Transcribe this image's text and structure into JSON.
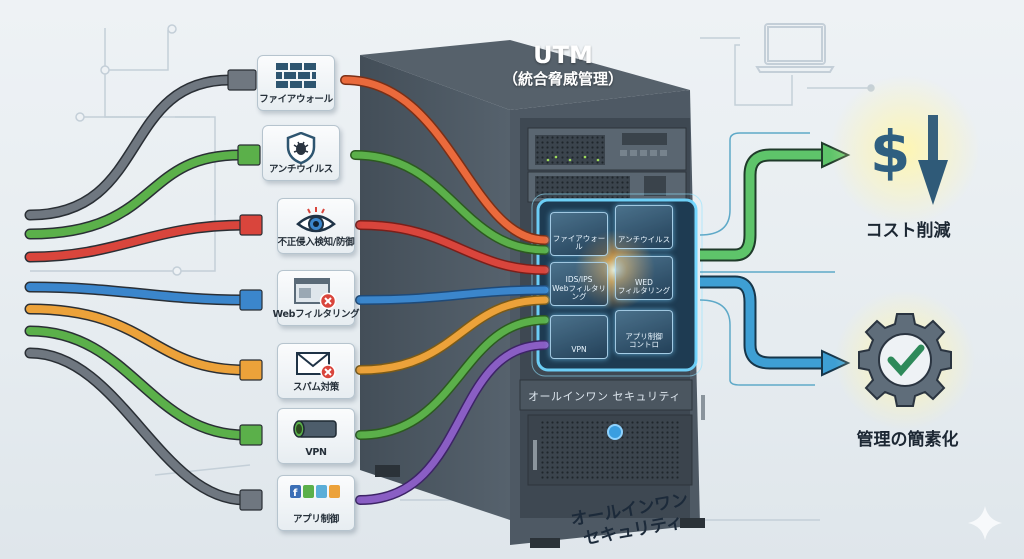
{
  "title": {
    "main": "UTM",
    "sub": "（統合脅威管理）"
  },
  "features": [
    {
      "label": "ファイアウォール",
      "icon": "firewall-icon",
      "cable_color": "#6f7780",
      "out_color": "#e8643a"
    },
    {
      "label": "アンチウイルス",
      "icon": "shield-bug-icon",
      "cable_color": "#5bb04a",
      "out_color": "#5bb04a"
    },
    {
      "label": "不正侵入検知/防御",
      "icon": "eye-icon",
      "cable_color": "#d9453c",
      "out_color": "#d9453c"
    },
    {
      "label": "Webフィルタリング",
      "icon": "browser-blocked-icon",
      "cable_color": "#3b86cc",
      "out_color": "#3b86cc"
    },
    {
      "label": "スパム対策",
      "icon": "mail-blocked-icon",
      "cable_color": "#eca23a",
      "out_color": "#eca23a"
    },
    {
      "label": "VPN",
      "icon": "tunnel-icon",
      "cable_color": "#5bb04a",
      "out_color": "#5bb04a"
    },
    {
      "label": "アプリ制御",
      "icon": "app-grid-icon",
      "cable_color": "#6f7780",
      "out_color": "#8a5ec4"
    }
  ],
  "modules": [
    {
      "label": "ファイアウォール",
      "icon": "firewall-icon"
    },
    {
      "label": "アンチウイルス",
      "icon": "shield-bug-icon"
    },
    {
      "label": "IDS/IPS\nWebフィルタリング",
      "icon": "eye-icon"
    },
    {
      "label": "WED\nフィルタリング",
      "icon": "browser-icon"
    },
    {
      "label": "VPN",
      "icon": "tunnel-icon"
    },
    {
      "label": "アプリ制御\nコントロ",
      "icon": "app-grid-icon"
    }
  ],
  "server_band_label": "オールインワン セキュリティ",
  "tagline": "オールインワン\nセキュリティ",
  "benefits": [
    {
      "label": "コスト削減",
      "icon": "dollar-down-icon"
    },
    {
      "label": "管理の簡素化",
      "icon": "gear-check-icon"
    }
  ],
  "colors": {
    "server_body": "#4a555f",
    "server_face": "#5a6671",
    "glow": "#5fd0ff",
    "benefit_icon": "#2f5f80",
    "check": "#2e8a5a",
    "out_green": "#5ec46a",
    "out_blue": "#3e9fd4"
  }
}
